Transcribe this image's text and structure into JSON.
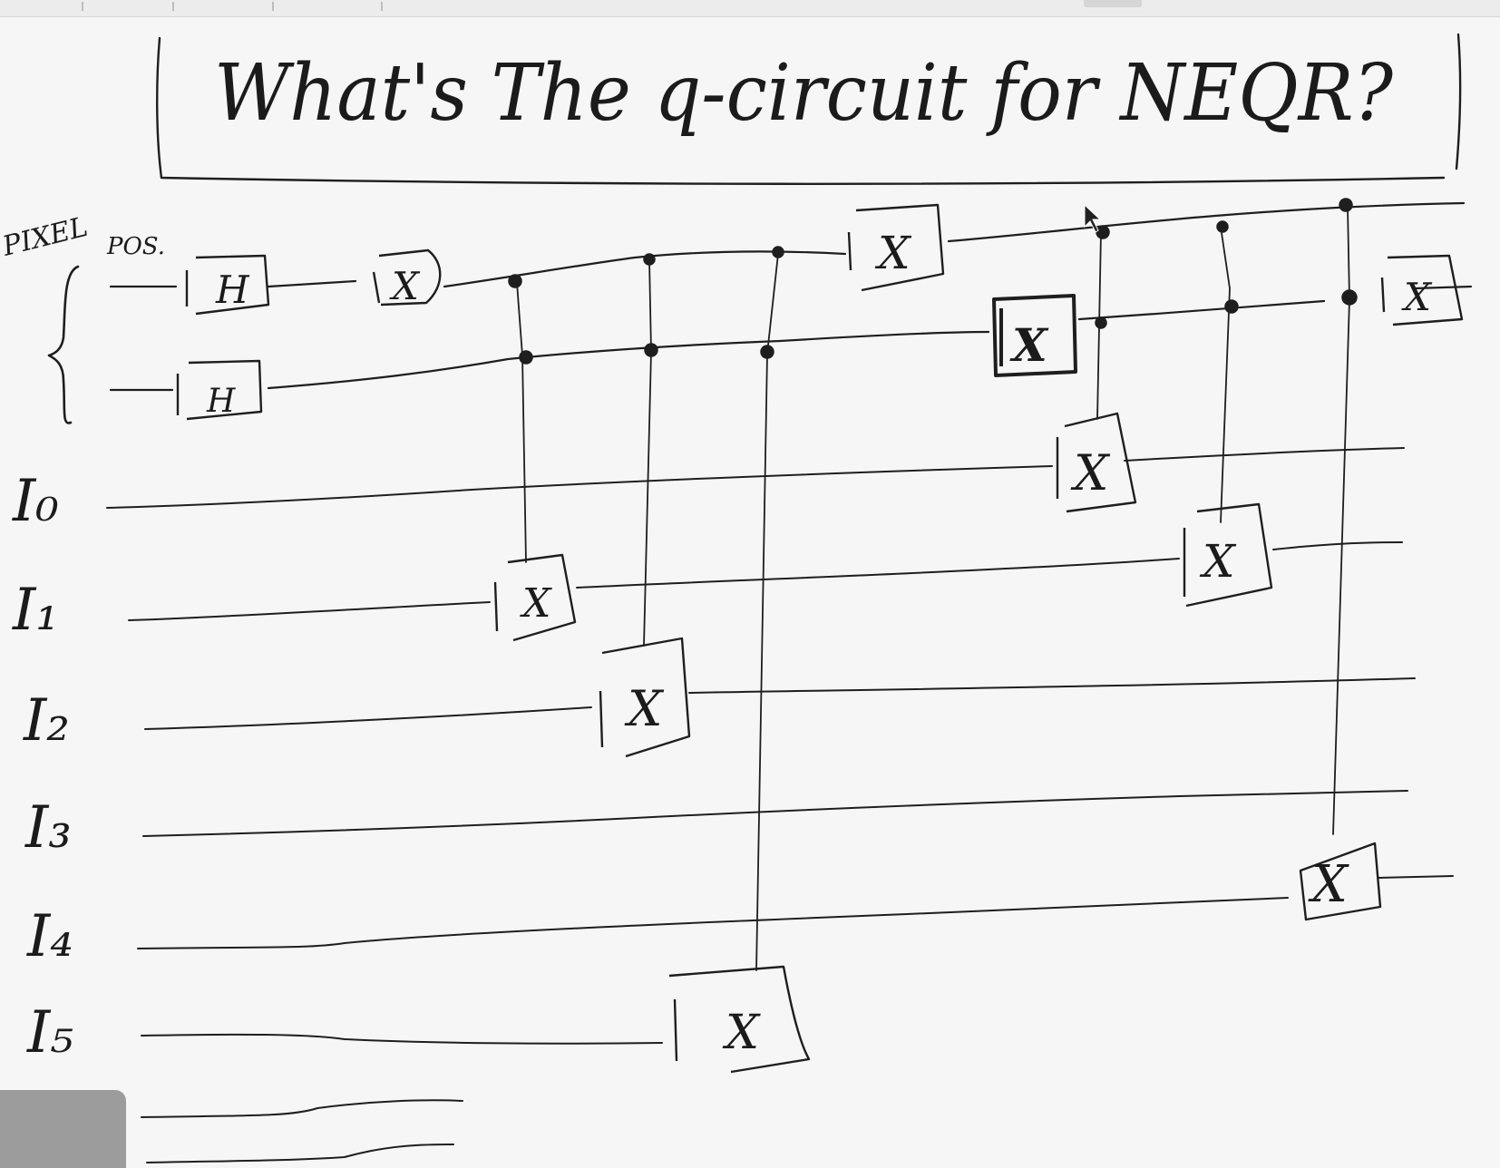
{
  "title": "What's The q-circuit for NEQR?",
  "position_label": {
    "line1": "PIXEL",
    "line2": "POS."
  },
  "register_labels": [
    "I₀",
    "I₁",
    "I₂",
    "I₃",
    "I₄",
    "I₅"
  ],
  "gates": {
    "hadamard": "H",
    "not": "X"
  }
}
